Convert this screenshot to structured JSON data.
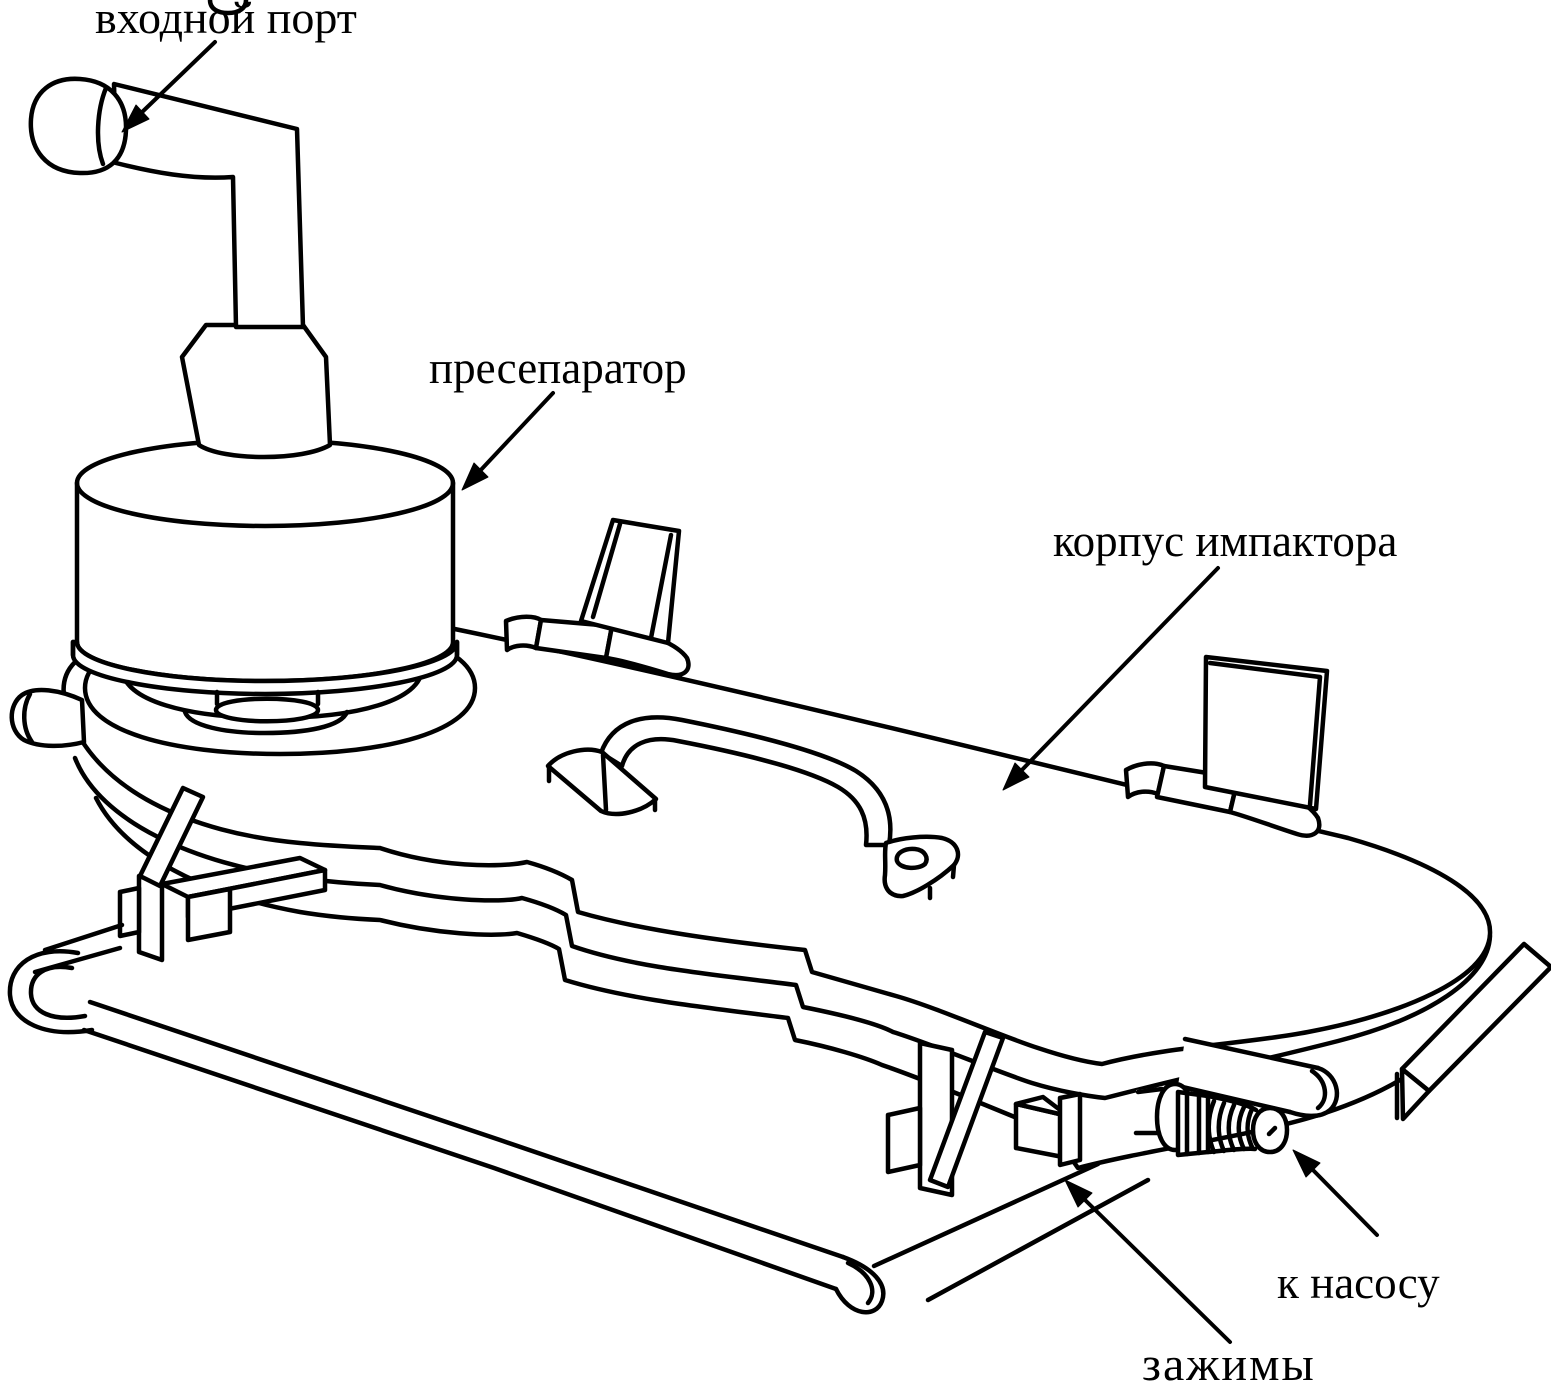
{
  "figure": {
    "background_color": "#ffffff",
    "line_color": "#000000",
    "type": "isometric line drawing of a cascade impactor air sampler"
  },
  "labels": {
    "inlet_port": "входной порт",
    "preseparator": "пресепаратор",
    "impactor_body": "корпус импактора",
    "to_pump": "к насосу",
    "clamps": "зажимы"
  }
}
